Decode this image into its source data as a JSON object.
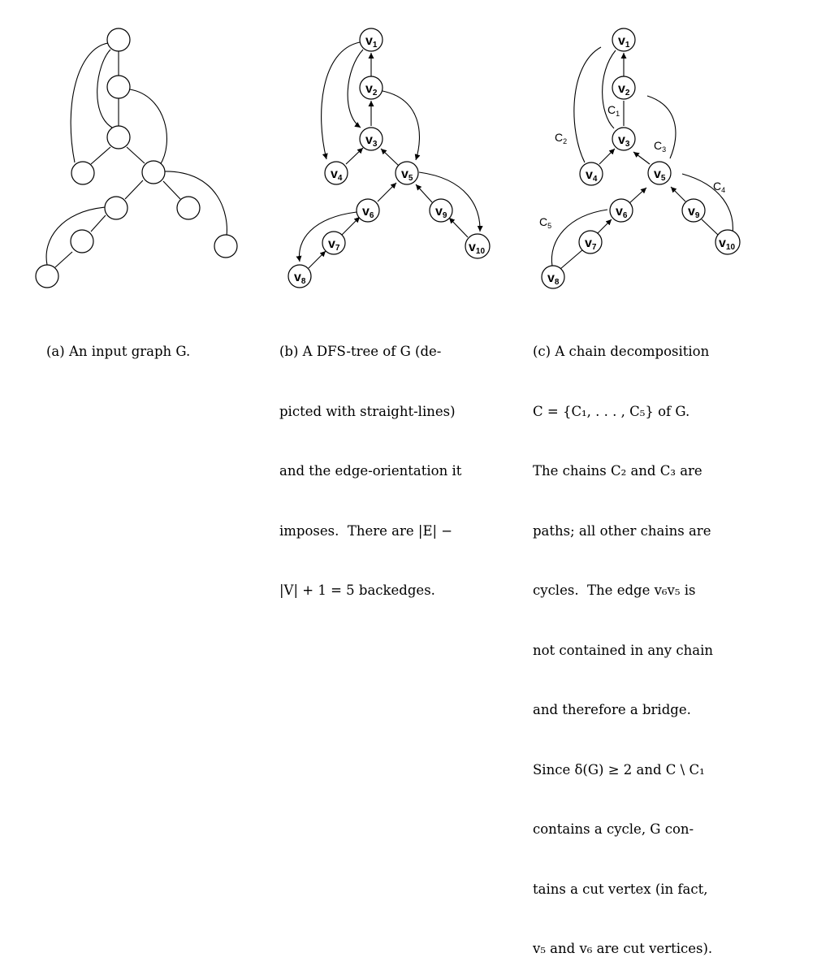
{
  "captions": {
    "a": [
      "(a) An input graph G."
    ],
    "b": [
      "(b) A DFS-tree of G (de-",
      "picted with straight-lines)",
      "and the edge-orientation it",
      "imposes.  There are |E| −",
      "|V| + 1 = 5 backedges."
    ],
    "c": [
      "(c) A chain decomposition",
      "C = {C₁, . . . , C₅} of G.",
      "The chains C₂ and C₃ are",
      "paths; all other chains are",
      "cycles.  The edge v₆v₅ is",
      "not contained in any chain",
      "and therefore a bridge.",
      "Since δ(G) ≥ 2 and C \\ C₁",
      "contains a cycle, G con-",
      "tains a cut vertex (in fact,",
      "v₅ and v₆ are cut vertices)."
    ]
  },
  "vertex_labels": {
    "v1": {
      "base": "v",
      "sub": "1"
    },
    "v2": {
      "base": "v",
      "sub": "2"
    },
    "v3": {
      "base": "v",
      "sub": "3"
    },
    "v4": {
      "base": "v",
      "sub": "4"
    },
    "v5": {
      "base": "v",
      "sub": "5"
    },
    "v6": {
      "base": "v",
      "sub": "6"
    },
    "v7": {
      "base": "v",
      "sub": "7"
    },
    "v8": {
      "base": "v",
      "sub": "8"
    },
    "v9": {
      "base": "v",
      "sub": "9"
    },
    "v10": {
      "base": "v",
      "sub": "10"
    }
  },
  "chain_labels": {
    "C1": {
      "base": "C",
      "sub": "1"
    },
    "C2": {
      "base": "C",
      "sub": "2"
    },
    "C3": {
      "base": "C",
      "sub": "3"
    },
    "C4": {
      "base": "C",
      "sub": "4"
    },
    "C5": {
      "base": "C",
      "sub": "5"
    }
  },
  "colors": {
    "stroke": "#000000",
    "fill": "#ffffff"
  }
}
